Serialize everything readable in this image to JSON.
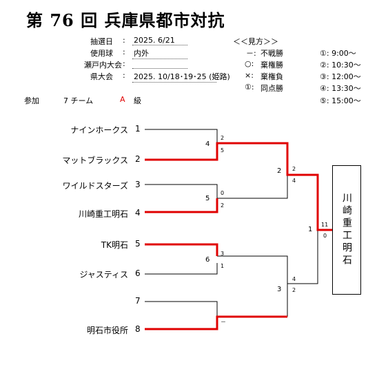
{
  "title": "第 76 回 兵庫県都市対抗",
  "info": {
    "draw_label": "抽選日",
    "draw_value": "2025. 6/21",
    "ball_label": "使用球",
    "ball_value": "内外",
    "setouchi_label": "瀬戸内大会",
    "setouchi_value": "",
    "pref_label": "県大会",
    "pref_value": "2025. 10/18･19･25 (姫路)",
    "colon": ":"
  },
  "legend": {
    "heading": "＜＜見方＞＞",
    "items": [
      {
        "sym": "－:",
        "text": "不戦勝"
      },
      {
        "sym": "○:",
        "text": "棄権勝"
      },
      {
        "sym": "×:",
        "text": "棄権負"
      },
      {
        "sym": "①:",
        "text": "同点勝"
      }
    ],
    "times": [
      "①: 9:00～",
      "②: 10:30～",
      "③: 12:00～",
      "④: 13:30～",
      "⑤: 15:00～"
    ]
  },
  "participation": {
    "label": "参加",
    "teams": "7 チーム",
    "class_letter": "A",
    "class_label": "級"
  },
  "teams": [
    {
      "name": "ナインホークス",
      "seed": "1"
    },
    {
      "name": "マットブラックス",
      "seed": "2"
    },
    {
      "name": "ワイルドスターズ",
      "seed": "3"
    },
    {
      "name": "川崎重工明石",
      "seed": "4"
    },
    {
      "name": "TK明石",
      "seed": "5"
    },
    {
      "name": "ジャスティス",
      "seed": "6"
    },
    {
      "name": "",
      "seed": "7"
    },
    {
      "name": "明石市役所",
      "seed": "8"
    }
  ],
  "round1": [
    {
      "game": "4",
      "top": "2",
      "bottom": "5"
    },
    {
      "game": "5",
      "top": "0",
      "bottom": "2"
    },
    {
      "game": "6",
      "top": "3",
      "bottom": "1"
    },
    {
      "game": "",
      "top": "",
      "bottom": "－"
    }
  ],
  "round2": [
    {
      "game": "2",
      "top": "2",
      "bottom": "4"
    },
    {
      "game": "3",
      "top": "4",
      "bottom": "2"
    }
  ],
  "final": {
    "game": "1",
    "top": "11",
    "bottom": "0"
  },
  "champion": "川崎重工明石",
  "colors": {
    "winner_line": "#e00000",
    "line": "#000000",
    "class_letter": "#e00000"
  }
}
